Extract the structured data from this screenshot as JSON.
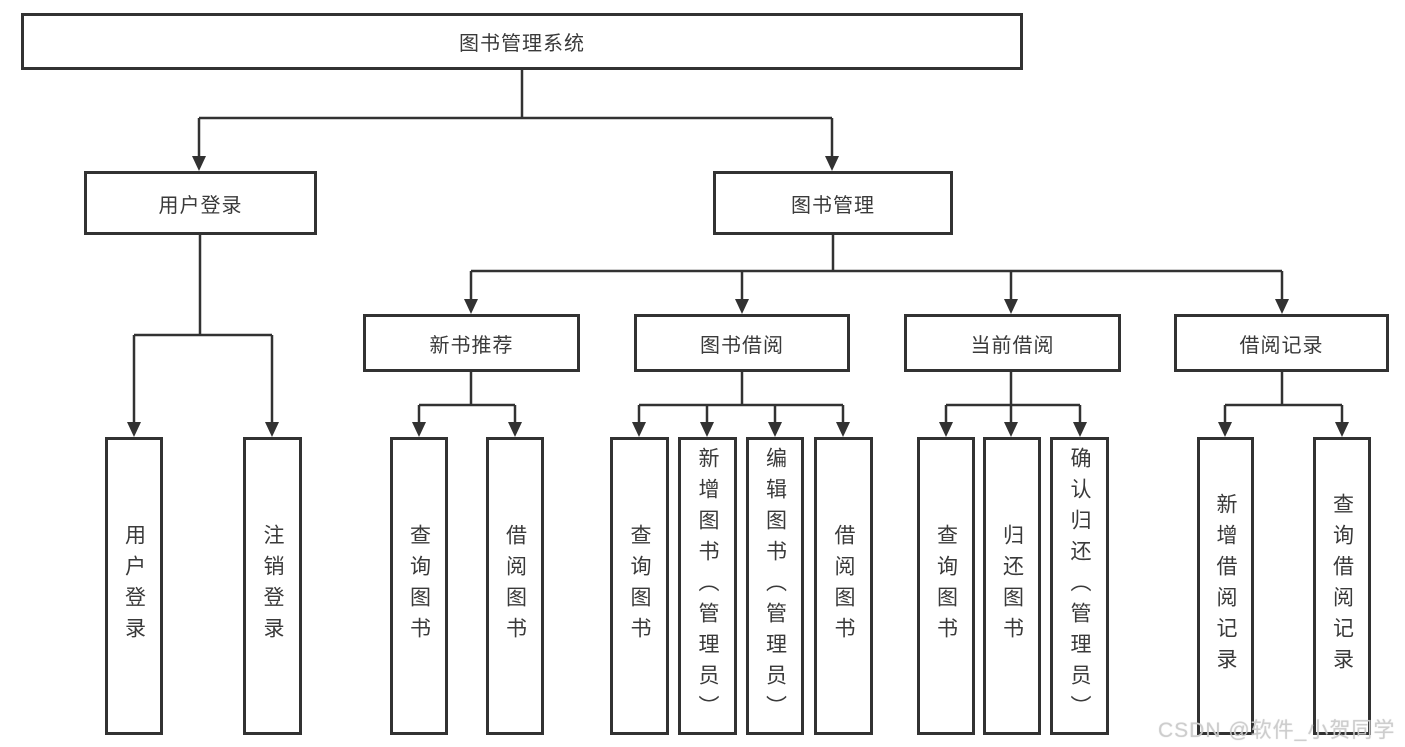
{
  "diagram": {
    "root": {
      "label": "图书管理系统"
    },
    "level2": [
      {
        "label": "用户登录"
      },
      {
        "label": "图书管理"
      }
    ],
    "level3": [
      {
        "label": "新书推荐"
      },
      {
        "label": "图书借阅"
      },
      {
        "label": "当前借阅"
      },
      {
        "label": "借阅记录"
      }
    ],
    "leaves": {
      "user": [
        "用户登录",
        "注销登录"
      ],
      "recommend": [
        "查询图书",
        "借阅图书"
      ],
      "borrow": [
        "查询图书",
        "新增图书（管理员）",
        "编辑图书（管理员）",
        "借阅图书"
      ],
      "current": [
        "查询图书",
        "归还图书",
        "确认归还（管理员）"
      ],
      "records": [
        "新增借阅记录",
        "查询借阅记录"
      ]
    },
    "watermark": "CSDN @软件_小贺同学",
    "colors": {
      "line": "#323232",
      "text": "#3a3a3a",
      "watermark": "rgba(204,204,204,0.92)",
      "background": "#ffffff"
    }
  }
}
